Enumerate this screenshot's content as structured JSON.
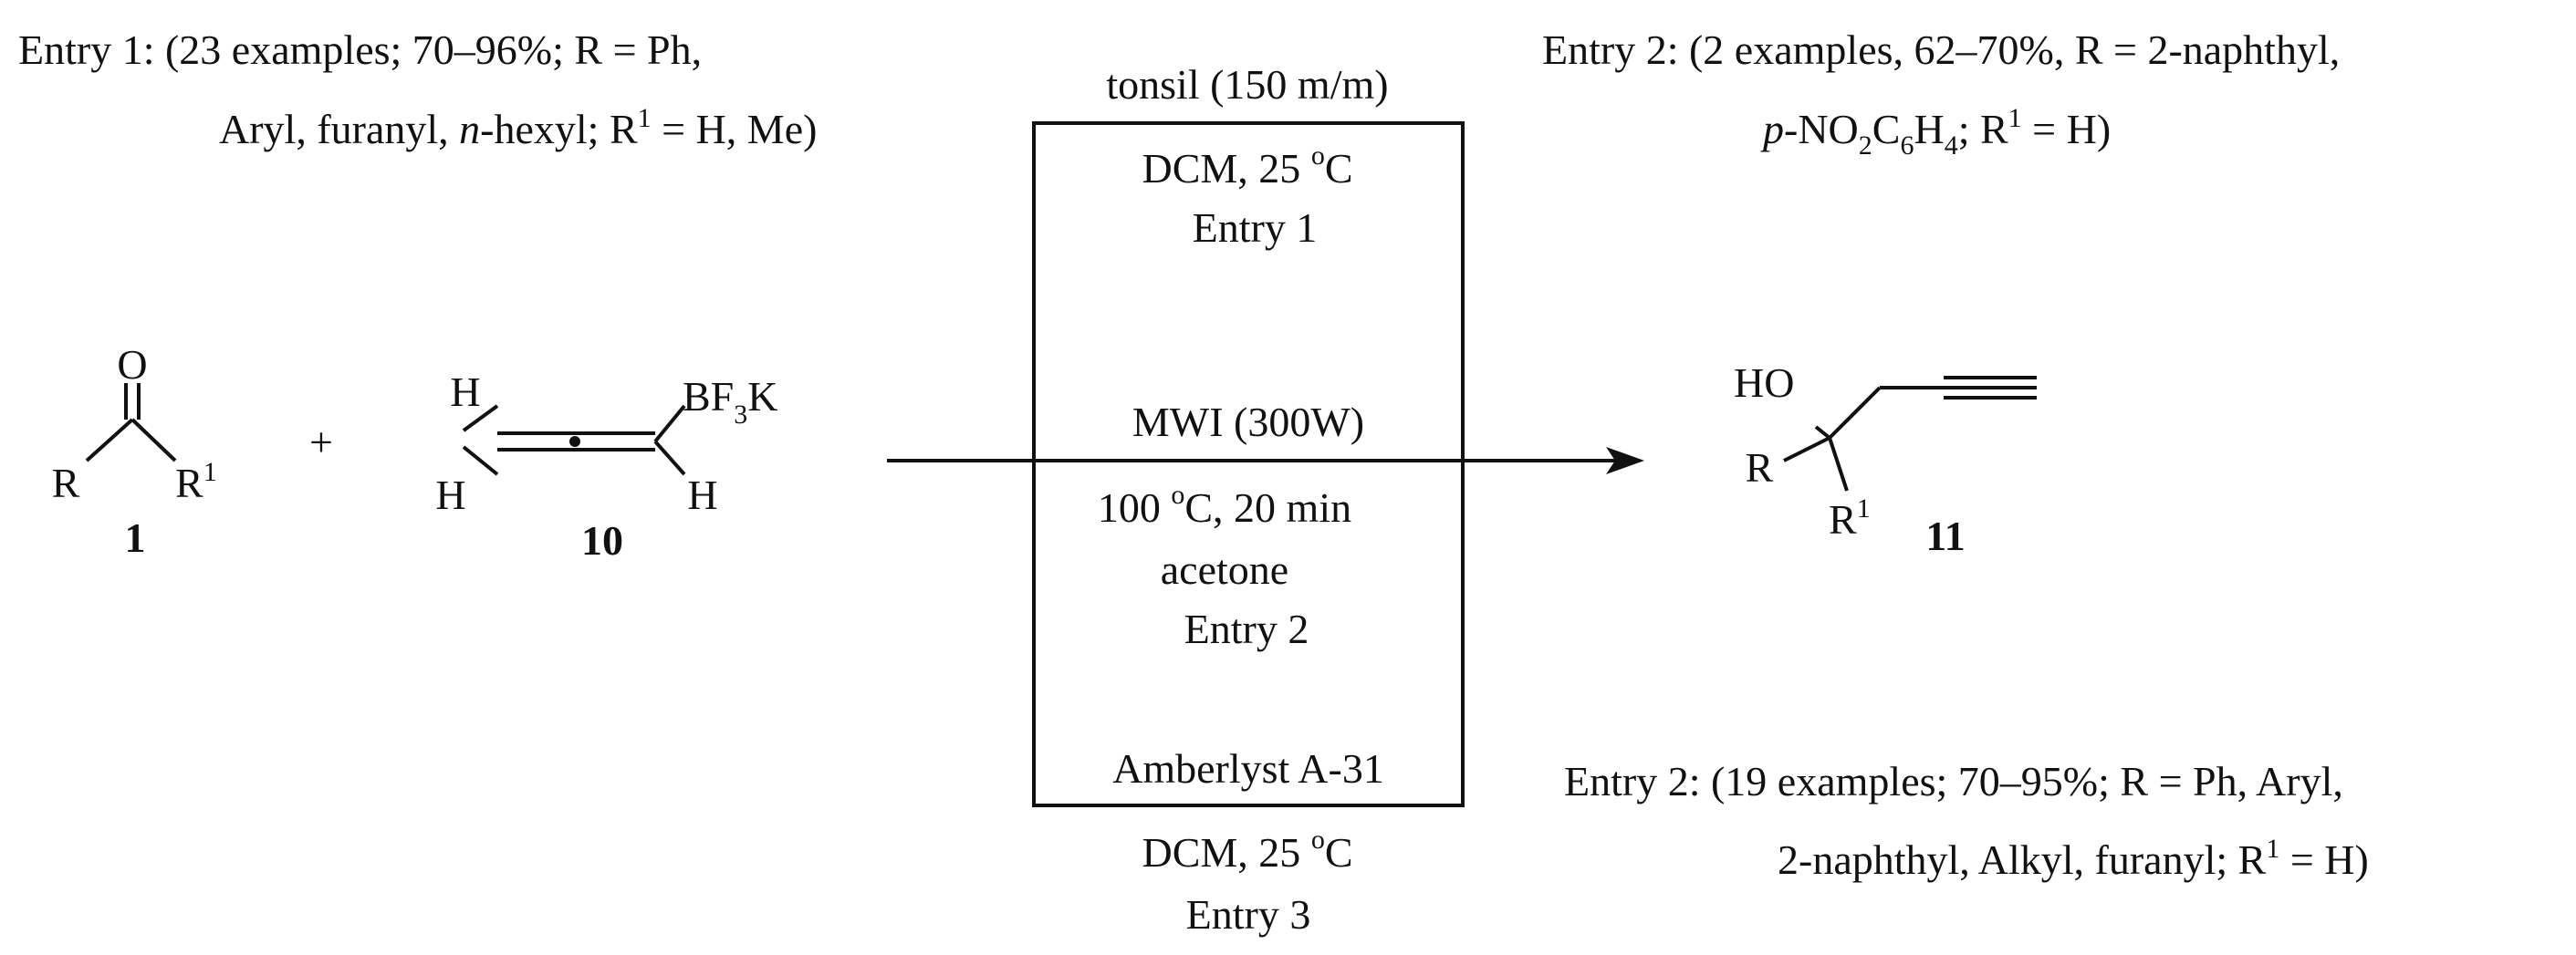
{
  "conditions": {
    "entry1_note": {
      "l1_pre": "Entry 1: (23 examples; 70–96%; R = Ph,",
      "l2_a": "Aryl, furanyl, ",
      "l2_italic": "n",
      "l2_b": "-hexyl; R",
      "l2_sup": "1",
      "l2_c": " = H, Me)"
    },
    "entry2_top_note": {
      "l1": "Entry 2: (2 examples, 62–70%, R = 2-naphthyl,",
      "l2_italic": "p",
      "l2_a": "-NO",
      "l2_sub1": "2",
      "l2_b": "C",
      "l2_sub2": "6",
      "l2_c": "H",
      "l2_sub3": "4",
      "l2_d": "; R",
      "l2_sup": "1",
      "l2_e": " = H)"
    },
    "entry2_bottom_note": {
      "l1": "Entry 2: (19 examples; 70–95%; R = Ph, Aryl,",
      "l2_a": "2-naphthyl, Alkyl, furanyl; R",
      "l2_sup": "1",
      "l2_b": " = H)"
    }
  },
  "reagent_box": {
    "top_label": "tonsil (150 m/m)",
    "entry1_cond": {
      "pre": "DCM, 25 ",
      "sup": "o",
      "post": "C"
    },
    "entry1_label": "Entry 1",
    "mwi": "MWI (300W)",
    "entry2_temp": {
      "pre": "100 ",
      "sup": "o",
      "post": "C, 20 min"
    },
    "entry2_solvent": "acetone",
    "entry2_label": "Entry 2",
    "entry3_reagent": "Amberlyst A-31",
    "entry3_cond": {
      "pre": "DCM, 25 ",
      "sup": "o",
      "post": "C"
    },
    "entry3_label": "Entry 3"
  },
  "compounds": {
    "ketone": {
      "number": "1",
      "o": "O",
      "r": "R",
      "r1": "R",
      "r1_sup": "1"
    },
    "plus": "+",
    "allenyl_borate": {
      "number": "10",
      "h": "H",
      "bf": "BF",
      "bf_sub": "3",
      "bf_k": "K"
    },
    "product": {
      "number": "11",
      "ho": "HO",
      "r": "R",
      "r1": "R",
      "r1_sup": "1"
    }
  }
}
